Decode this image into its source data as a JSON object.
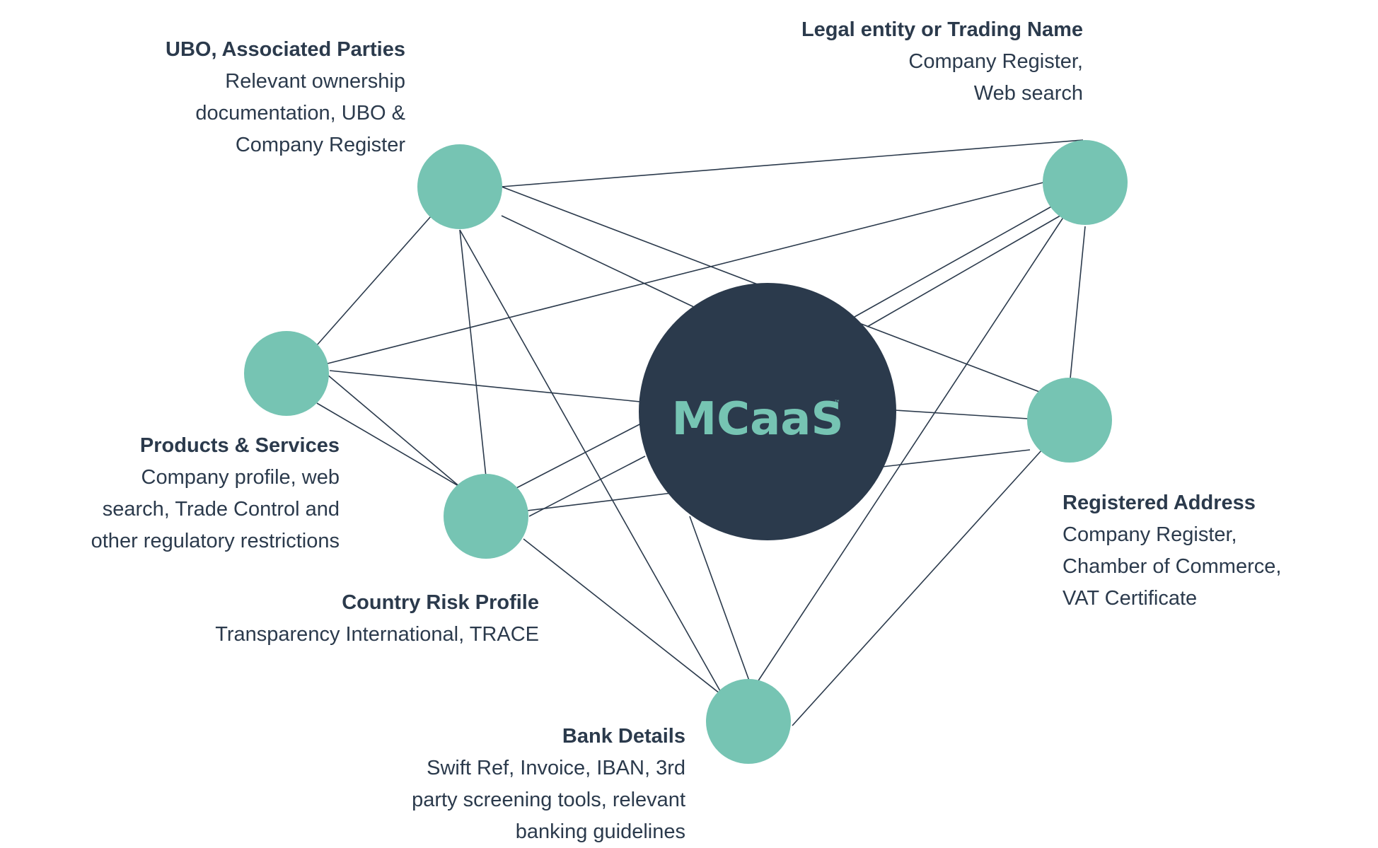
{
  "hub": {
    "label": "MCaaS",
    "trademark": "™"
  },
  "nodes": [
    {
      "id": "ubo",
      "title": "UBO, Associated Parties",
      "description": "Relevant ownership\ndocumentation, UBO &\nCompany Register"
    },
    {
      "id": "legal-entity",
      "title": "Legal entity or Trading Name",
      "description": "Company Register,\nWeb search"
    },
    {
      "id": "products-services",
      "title": "Products & Services",
      "description": "Company profile, web\nsearch, Trade Control and\nother regulatory restrictions"
    },
    {
      "id": "country-risk",
      "title": "Country Risk Profile",
      "description": "Transparency International, TRACE"
    },
    {
      "id": "registered-address",
      "title": "Registered Address",
      "description": "Company Register,\nChamber of Commerce,\nVAT Certificate"
    },
    {
      "id": "bank-details",
      "title": "Bank Details",
      "description": "Swift Ref, Invoice, IBAN, 3rd\nparty screening tools, relevant\nbanking guidelines"
    }
  ],
  "colors": {
    "node_fill": "#76c4b3",
    "hub_fill": "#2b3a4c",
    "line": "#2b3a4c",
    "text": "#2b3a4c"
  }
}
